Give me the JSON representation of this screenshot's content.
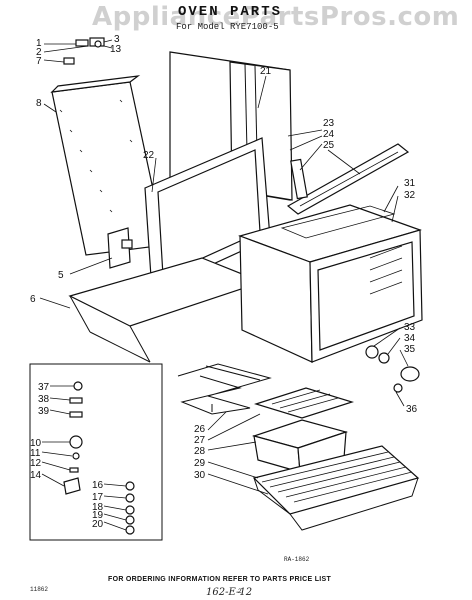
{
  "watermark": "AppliancePartsPros.com",
  "title": "OVEN PARTS",
  "subtitle": "For Model RYE7100-5",
  "footer_note": "FOR ORDERING INFORMATION REFER TO PARTS PRICE LIST",
  "figure_code": "RA-1862",
  "corner_code": "11862",
  "page_number": "2",
  "handwritten_note": "162-E-12",
  "callouts": [
    "1",
    "2",
    "3",
    "13",
    "7",
    "8",
    "21",
    "22",
    "23",
    "24",
    "25",
    "31",
    "32",
    "5",
    "6",
    "33",
    "34",
    "35",
    "36",
    "26",
    "27",
    "28",
    "29",
    "30",
    "37",
    "38",
    "39",
    "10",
    "11",
    "12",
    "14",
    "16",
    "17",
    "18",
    "19",
    "20"
  ]
}
